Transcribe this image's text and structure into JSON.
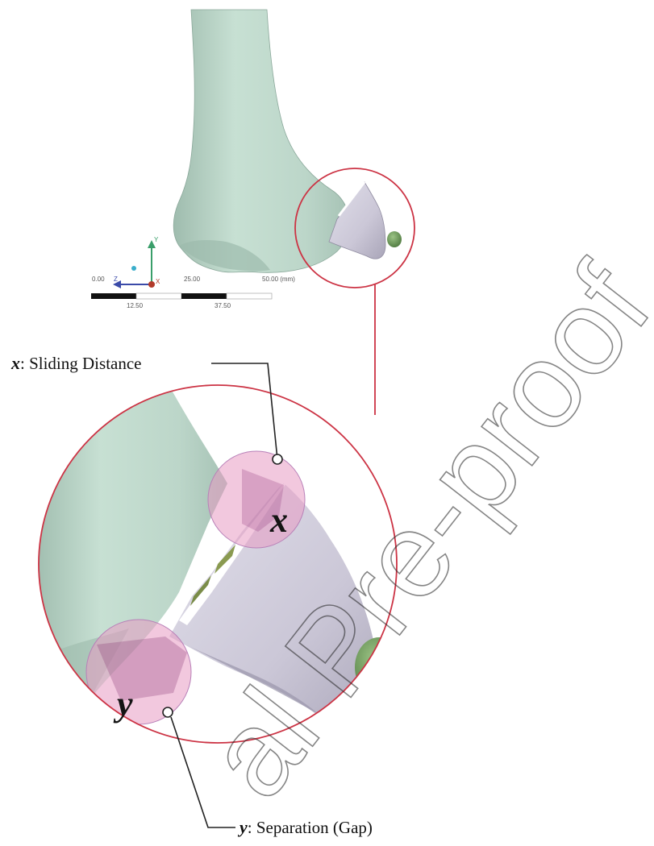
{
  "scale_bar": {
    "labels_top": [
      "0.00",
      "25.00",
      "50.00 (mm)"
    ],
    "labels_bottom": [
      "12.50",
      "37.50"
    ]
  },
  "axis_triad": {
    "labels": [
      "Y",
      "Z",
      "X"
    ]
  },
  "callouts": {
    "x_var": "x",
    "x_text": ": Sliding Distance",
    "y_var": "y",
    "y_text": ": Separation (Gap)"
  },
  "markers": {
    "x": "x",
    "y": "y"
  },
  "watermark": "al Pre-proof",
  "colors": {
    "bone": "#bfd8cc",
    "fragment": "#d3d0de",
    "nodule": "#6f9a5c",
    "circle": "#cc3344",
    "highlight": "#e79ac3"
  }
}
